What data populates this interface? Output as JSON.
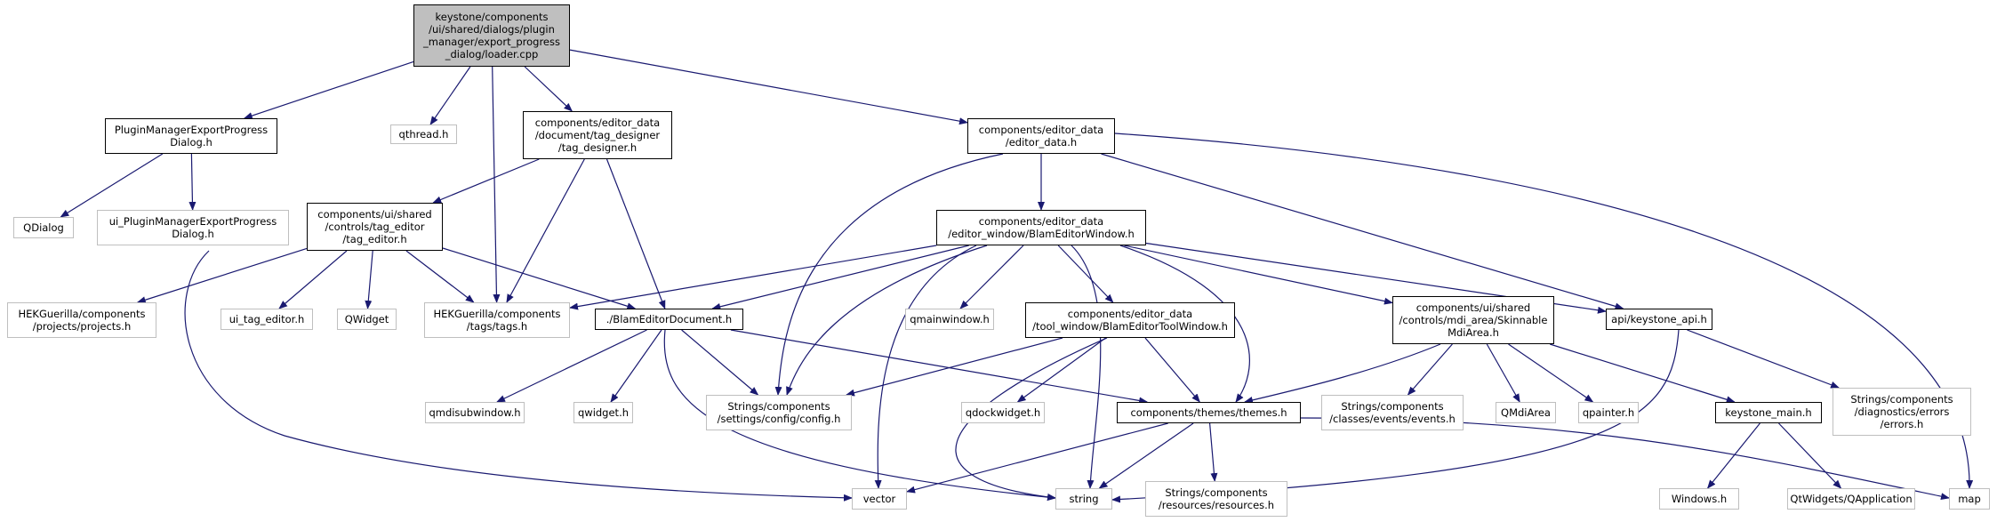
{
  "graph": {
    "title": "",
    "edge_color": "#191970",
    "root_fill": "#bfbfbf",
    "nodes": [
      {
        "id": "root",
        "lines": [
          "keystone/components",
          "/ui/shared/dialogs/plugin",
          "_manager/export_progress",
          "_dialog/loader.cpp"
        ],
        "kind": "root"
      },
      {
        "id": "pmepd",
        "lines": [
          "PluginManagerExportProgress",
          "Dialog.h"
        ],
        "kind": "strong"
      },
      {
        "id": "qthread",
        "lines": [
          "qthread.h"
        ],
        "kind": "ext"
      },
      {
        "id": "tagdesigner",
        "lines": [
          "components/editor_data",
          "/document/tag_designer",
          "/tag_designer.h"
        ],
        "kind": "strong"
      },
      {
        "id": "editordata",
        "lines": [
          "components/editor_data",
          "/editor_data.h"
        ],
        "kind": "strong"
      },
      {
        "id": "qdialog",
        "lines": [
          "QDialog"
        ],
        "kind": "ext"
      },
      {
        "id": "uipmepd",
        "lines": [
          "ui_PluginManagerExportProgress",
          "Dialog.h"
        ],
        "kind": "ext"
      },
      {
        "id": "tageditor",
        "lines": [
          "components/ui/shared",
          "/controls/tag_editor",
          "/tag_editor.h"
        ],
        "kind": "strong"
      },
      {
        "id": "blamwindow",
        "lines": [
          "components/editor_data",
          "/editor_window/BlamEditorWindow.h"
        ],
        "kind": "strong"
      },
      {
        "id": "projects",
        "lines": [
          "HEKGuerilla/components",
          "/projects/projects.h"
        ],
        "kind": "ext"
      },
      {
        "id": "uitageditor",
        "lines": [
          "ui_tag_editor.h"
        ],
        "kind": "ext"
      },
      {
        "id": "qwidgetcls",
        "lines": [
          "QWidget"
        ],
        "kind": "ext"
      },
      {
        "id": "tags",
        "lines": [
          "HEKGuerilla/components",
          "/tags/tags.h"
        ],
        "kind": "ext"
      },
      {
        "id": "blamdoc",
        "lines": [
          "./BlamEditorDocument.h"
        ],
        "kind": "strong"
      },
      {
        "id": "qmainwindow",
        "lines": [
          "qmainwindow.h"
        ],
        "kind": "ext"
      },
      {
        "id": "toolwindow",
        "lines": [
          "components/editor_data",
          "/tool_window/BlamEditorToolWindow.h"
        ],
        "kind": "strong"
      },
      {
        "id": "skinnable",
        "lines": [
          "components/ui/shared",
          "/controls/mdi_area/Skinnable",
          "MdiArea.h"
        ],
        "kind": "strong"
      },
      {
        "id": "keystoneapi",
        "lines": [
          "api/keystone_api.h"
        ],
        "kind": "strong"
      },
      {
        "id": "qmdisub",
        "lines": [
          "qmdisubwindow.h"
        ],
        "kind": "ext"
      },
      {
        "id": "qwidgeth",
        "lines": [
          "qwidget.h"
        ],
        "kind": "ext"
      },
      {
        "id": "config",
        "lines": [
          "Strings/components",
          "/settings/config/config.h"
        ],
        "kind": "ext"
      },
      {
        "id": "qdockwidget",
        "lines": [
          "qdockwidget.h"
        ],
        "kind": "ext"
      },
      {
        "id": "themes",
        "lines": [
          "components/themes/themes.h"
        ],
        "kind": "strong"
      },
      {
        "id": "events",
        "lines": [
          "Strings/components",
          "/classes/events/events.h"
        ],
        "kind": "ext"
      },
      {
        "id": "qmdiarea",
        "lines": [
          "QMdiArea"
        ],
        "kind": "ext"
      },
      {
        "id": "qpainter",
        "lines": [
          "qpainter.h"
        ],
        "kind": "ext"
      },
      {
        "id": "keystonemain",
        "lines": [
          "keystone_main.h"
        ],
        "kind": "strong"
      },
      {
        "id": "errors",
        "lines": [
          "Strings/components",
          "/diagnostics/errors",
          "/errors.h"
        ],
        "kind": "ext"
      },
      {
        "id": "vector",
        "lines": [
          "vector"
        ],
        "kind": "ext"
      },
      {
        "id": "string",
        "lines": [
          "string"
        ],
        "kind": "ext"
      },
      {
        "id": "resources",
        "lines": [
          "Strings/components",
          "/resources/resources.h"
        ],
        "kind": "ext"
      },
      {
        "id": "windows",
        "lines": [
          "Windows.h"
        ],
        "kind": "ext"
      },
      {
        "id": "qapplication",
        "lines": [
          "QtWidgets/QApplication"
        ],
        "kind": "ext"
      },
      {
        "id": "map",
        "lines": [
          "map"
        ],
        "kind": "ext"
      }
    ],
    "edges": [
      [
        "root",
        "pmepd"
      ],
      [
        "root",
        "qthread"
      ],
      [
        "root",
        "tagdesigner"
      ],
      [
        "root",
        "editordata"
      ],
      [
        "root",
        "tags"
      ],
      [
        "pmepd",
        "qdialog"
      ],
      [
        "pmepd",
        "uipmepd"
      ],
      [
        "tagdesigner",
        "tageditor"
      ],
      [
        "tagdesigner",
        "tags"
      ],
      [
        "tagdesigner",
        "blamdoc"
      ],
      [
        "editordata",
        "blamwindow"
      ],
      [
        "editordata",
        "config"
      ],
      [
        "editordata",
        "keystoneapi"
      ],
      [
        "editordata",
        "map"
      ],
      [
        "tageditor",
        "projects"
      ],
      [
        "tageditor",
        "uitageditor"
      ],
      [
        "tageditor",
        "qwidgetcls"
      ],
      [
        "tageditor",
        "tags"
      ],
      [
        "tageditor",
        "blamdoc"
      ],
      [
        "tageditor",
        "vector"
      ],
      [
        "blamwindow",
        "tags"
      ],
      [
        "blamwindow",
        "blamdoc"
      ],
      [
        "blamwindow",
        "qmainwindow"
      ],
      [
        "blamwindow",
        "toolwindow"
      ],
      [
        "blamwindow",
        "skinnable"
      ],
      [
        "blamwindow",
        "keystoneapi"
      ],
      [
        "blamwindow",
        "config"
      ],
      [
        "blamwindow",
        "themes"
      ],
      [
        "blamwindow",
        "vector"
      ],
      [
        "blamwindow",
        "string"
      ],
      [
        "blamdoc",
        "qmdisub"
      ],
      [
        "blamdoc",
        "qwidgeth"
      ],
      [
        "blamdoc",
        "config"
      ],
      [
        "blamdoc",
        "themes"
      ],
      [
        "blamdoc",
        "string"
      ],
      [
        "toolwindow",
        "config"
      ],
      [
        "toolwindow",
        "qdockwidget"
      ],
      [
        "toolwindow",
        "themes"
      ],
      [
        "toolwindow",
        "string"
      ],
      [
        "skinnable",
        "themes"
      ],
      [
        "skinnable",
        "events"
      ],
      [
        "skinnable",
        "qmdiarea"
      ],
      [
        "skinnable",
        "qpainter"
      ],
      [
        "skinnable",
        "keystonemain"
      ],
      [
        "keystoneapi",
        "errors"
      ],
      [
        "keystoneapi",
        "string"
      ],
      [
        "themes",
        "vector"
      ],
      [
        "themes",
        "string"
      ],
      [
        "themes",
        "resources"
      ],
      [
        "themes",
        "map"
      ],
      [
        "keystonemain",
        "windows"
      ],
      [
        "keystonemain",
        "qapplication"
      ]
    ]
  }
}
